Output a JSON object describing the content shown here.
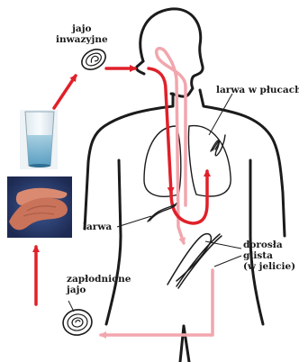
{
  "labels": {
    "jajo_inwazyjne_line1": "jajo",
    "jajo_inwazyjne_line2": "inwazyjne",
    "larwa_w_plucach": "larwa w płucach",
    "larwa": "larwa",
    "dorosla_line1": "dorosła",
    "dorosla_line2": "glista",
    "dorosla_line3": "(w jelicie)",
    "zaplodnione_line1": "zapłodnione",
    "zaplodnione_line2": "jajo"
  },
  "colors": {
    "arrow_red": "#e0202a",
    "arrow_pink": "#f2a6ad",
    "outline": "#1b1b1b",
    "glass_water": "#5aa6c8",
    "hands_skin": "#c8735a",
    "hands_bg": "#23325e"
  },
  "icons": [
    "glass-of-water-image",
    "washing-hands-image",
    "egg-icon",
    "worm-icon"
  ]
}
